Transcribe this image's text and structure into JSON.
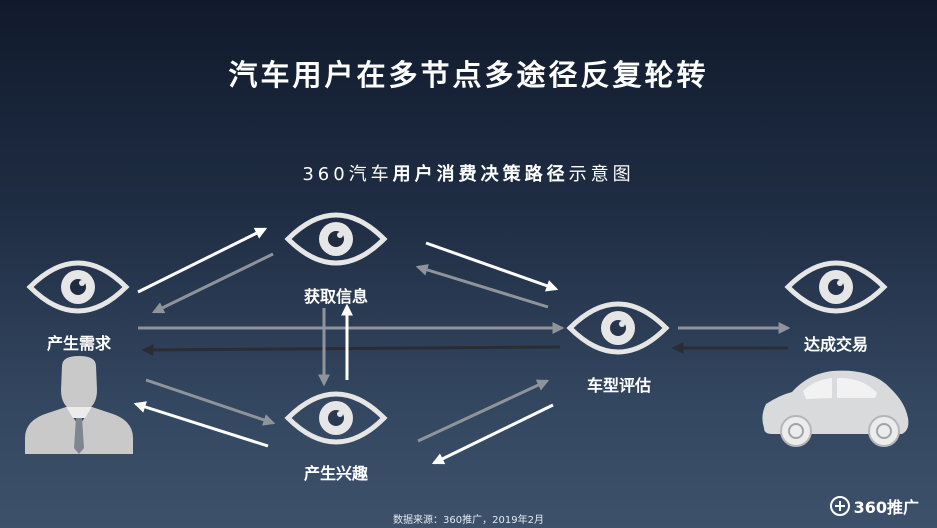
{
  "title": "汽车用户在多节点多途径反复轮转",
  "subtitle": {
    "prefix": "360汽车",
    "bold": "用户消费决策路径",
    "suffix": "示意图"
  },
  "nodes": {
    "demand": "产生需求",
    "info": "获取信息",
    "interest": "产生兴趣",
    "evaluate": "车型评估",
    "deal": "达成交易"
  },
  "source": "数据来源：360推广，2019年2月",
  "logo": "360推广",
  "colors": {
    "arrow_white": "#ffffff",
    "arrow_gray": "#8f949b",
    "arrow_dark": "#2a2d33",
    "eye": "#e6e6e6",
    "person": "#c9c9c9",
    "car": "#d9dadc"
  }
}
